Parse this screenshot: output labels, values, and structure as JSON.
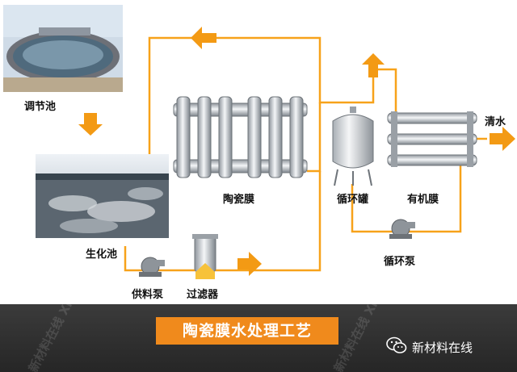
{
  "labels": {
    "regulating_tank": "调节池",
    "bio_tank": "生化池",
    "feed_pump": "供料泵",
    "filter": "过滤器",
    "ceramic_membrane": "陶瓷膜",
    "circulation_tank": "循环罐",
    "circulation_pump": "循环泵",
    "organic_membrane": "有机膜",
    "clean_water": "清水"
  },
  "banner": {
    "title": "陶瓷膜水处理工艺",
    "watermark": "新材料在线 Xincailiao",
    "brand_name": "新材料在线"
  },
  "colors": {
    "pipe": "#f7a21a",
    "arrow": "#f39a14",
    "banner_accent": "#f08a1c",
    "banner_bg": "#2b2b2b"
  },
  "icons": [
    "wechat-icon"
  ]
}
